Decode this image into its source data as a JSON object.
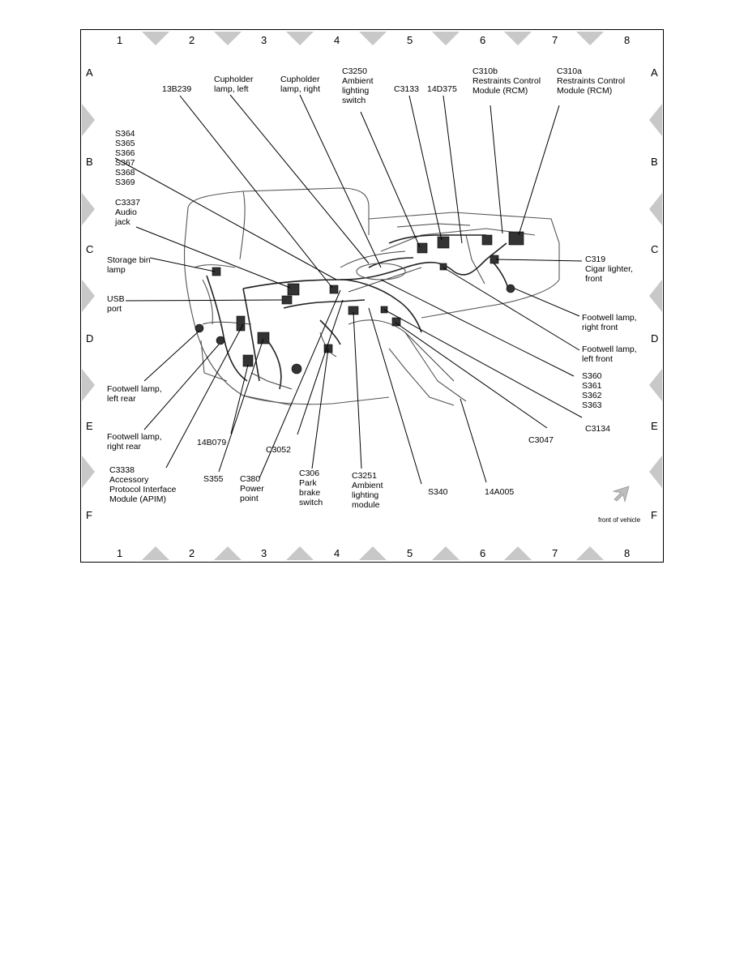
{
  "grid": {
    "columns": [
      "1",
      "2",
      "3",
      "4",
      "5",
      "6",
      "7",
      "8"
    ],
    "rows": [
      "A",
      "B",
      "C",
      "D",
      "E",
      "F"
    ]
  },
  "labels": {
    "l13b239": "13B239",
    "cup_left": [
      "Cupholder",
      "lamp, left"
    ],
    "cup_right": [
      "Cupholder",
      "lamp, right"
    ],
    "c3250": [
      "C3250",
      "Ambient",
      "lighting",
      "switch"
    ],
    "c3133": "C3133",
    "l14d375": "14D375",
    "c310b": [
      "C310b",
      "Restraints Control",
      "Module (RCM)"
    ],
    "c310a": [
      "C310a",
      "Restraints Control",
      "Module (RCM)"
    ],
    "s364": [
      "S364",
      "S365",
      "S366",
      "S367",
      "S368",
      "S369"
    ],
    "c3337": [
      "C3337",
      "Audio",
      "jack"
    ],
    "storage": [
      "Storage bin",
      "lamp"
    ],
    "usb": [
      "USB",
      "port"
    ],
    "c319": [
      "C319",
      "Cigar lighter,",
      "front"
    ],
    "fw_rf": [
      "Footwell lamp,",
      "right front"
    ],
    "fw_lf": [
      "Footwell lamp,",
      "left front"
    ],
    "s360": [
      "S360",
      "S361",
      "S362",
      "S363"
    ],
    "fw_lr": [
      "Footwell lamp,",
      "left rear"
    ],
    "fw_rr": [
      "Footwell lamp,",
      "right rear"
    ],
    "l14b079": "14B079",
    "c3052": "C3052",
    "c3047": "C3047",
    "c3134": "C3134",
    "c3338": [
      "C3338",
      "Accessory",
      "Protocol Interface",
      "Module (APIM)"
    ],
    "s355": "S355",
    "c380": [
      "C380",
      "Power",
      "point"
    ],
    "c306": [
      "C306",
      "Park",
      "brake",
      "switch"
    ],
    "c3251": [
      "C3251",
      "Ambient",
      "lighting",
      "module"
    ],
    "s340": "S340",
    "l14a005": "14A005",
    "front": "front of vehicle"
  },
  "colors": {
    "frame": "#000000",
    "marker": "#c8c8c8",
    "arrow": "#bdbdbd"
  },
  "icons": {
    "direction": "arrow-up-right-icon"
  }
}
